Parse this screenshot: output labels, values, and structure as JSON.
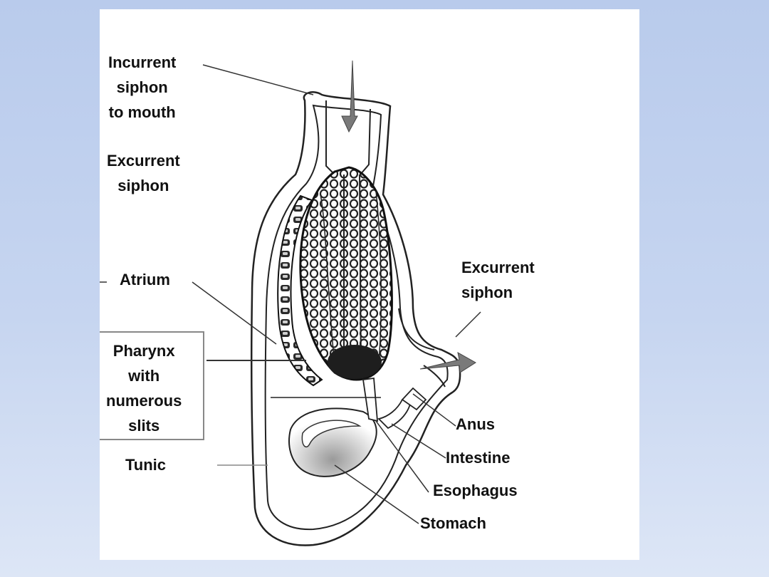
{
  "diagram": {
    "labels": {
      "incurrent_siphon": "Incurrent\nsiphon\nto mouth",
      "excurrent_siphon_top": "Excurrent\nsiphon",
      "atrium": "Atrium",
      "pharynx": "Pharynx\nwith\nnumerous\nslits",
      "tunic": "Tunic",
      "excurrent_siphon_right": "Excurrent\nsiphon",
      "anus": "Anus",
      "intestine": "Intestine",
      "esophagus": "Esophagus",
      "stomach": "Stomach"
    },
    "colors": {
      "background": "#c6d5f0",
      "panel": "#ffffff",
      "ink": "#111111",
      "arrow": "#6b6b6b"
    }
  }
}
